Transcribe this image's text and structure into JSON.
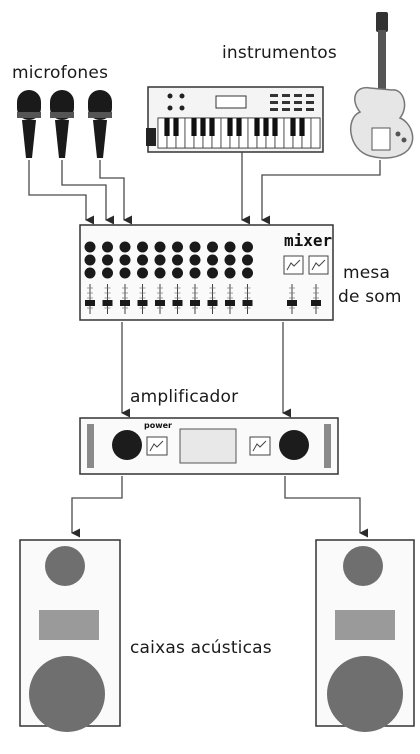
{
  "labels": {
    "microphones": "microfones",
    "instruments": "instrumentos",
    "mixer_label_line1": "mesa",
    "mixer_label_line2": "de som",
    "amplifier": "amplificador",
    "speakers": "caixas acústicas"
  },
  "device_text": {
    "mixer_logo": "mixer",
    "amp_logo": "power"
  },
  "colors": {
    "line": "#4a4a4a",
    "dark": "#1c1c1c",
    "speaker_fill": "#6f6f6f",
    "panel_fill": "#f2f2f2",
    "frame": "#8a8a8a"
  }
}
